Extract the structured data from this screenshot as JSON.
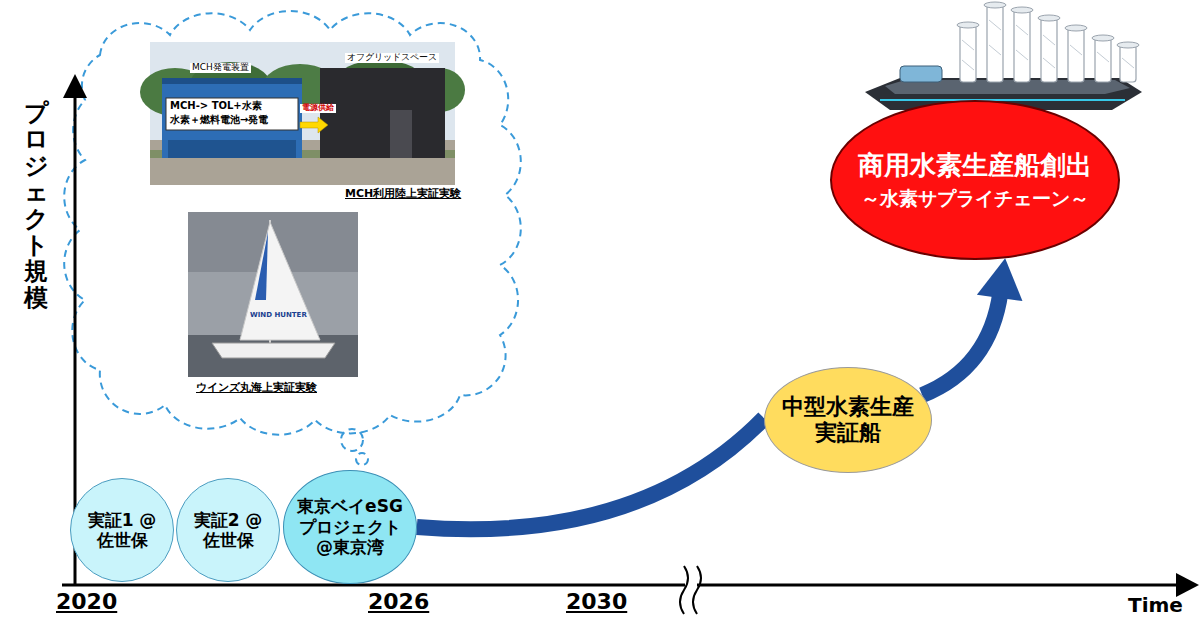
{
  "diagram": {
    "nodes": [
      {
        "text": [
          "実証1 @佐世保"
        ]
      },
      {
        "text": [
          "実証2 @佐世保"
        ]
      },
      {
        "text": [
          "東京ベイeSG プロジェクト @東京湾"
        ]
      },
      {
        "text": [
          "中型水素生産 実証船"
        ]
      },
      {
        "text": [
          "商用水素生産船創出",
          "～水素サプライチェーン～"
        ]
      }
    ],
    "edges": [
      {
        "from": 2,
        "to": 3,
        "arrow": "none"
      },
      {
        "from": 3,
        "to": 4,
        "arrow": "to"
      }
    ],
    "labels": [
      "プロジェクト規模",
      "MCH発電装置",
      "オフグリッドスペース",
      "MCH-> TOL+水素",
      "水素＋燃料電池→発電",
      "電源供給",
      "MCH利用陸上実証実験",
      "WIND HUNTER",
      "ウインズ丸海上実証実験",
      "2020",
      "2026",
      "2030",
      "Time"
    ]
  }
}
